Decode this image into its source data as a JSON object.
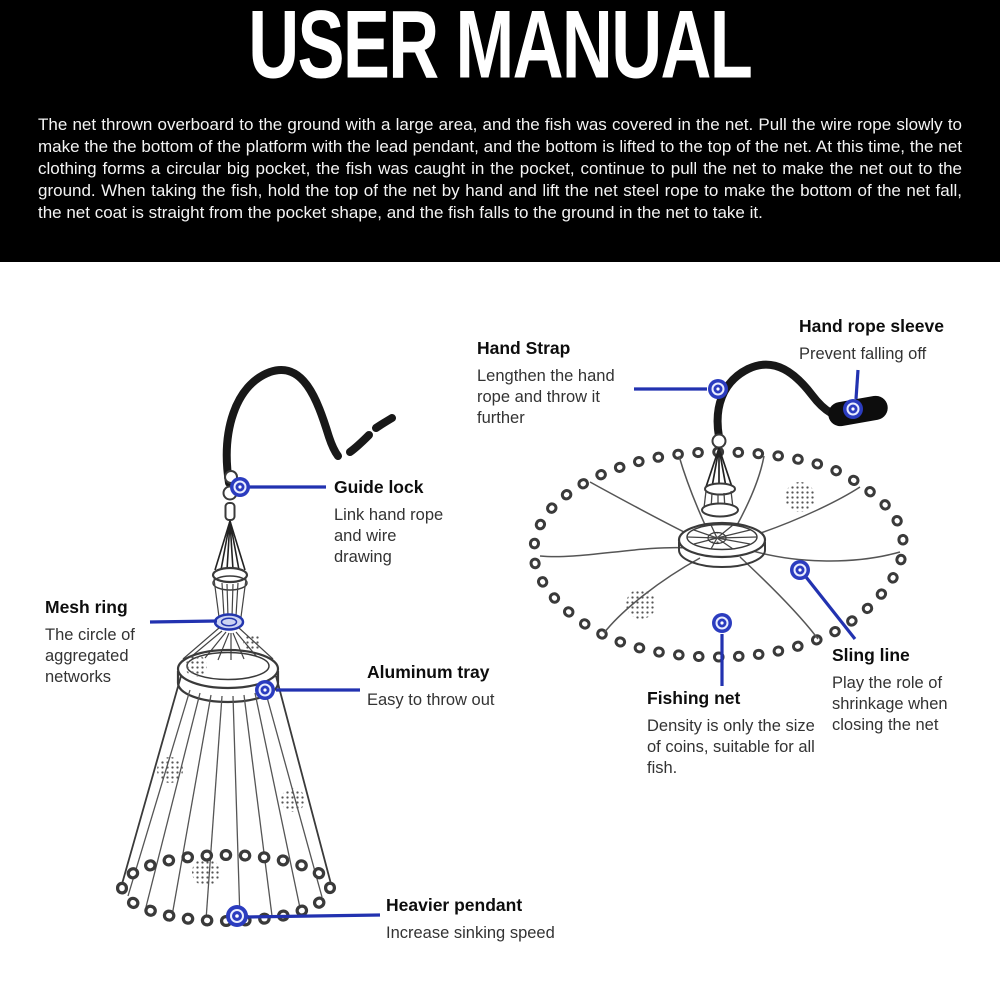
{
  "header": {
    "title": "USER MANUAL",
    "paragraph": "The net thrown overboard to the ground with a large area, and the fish was covered in the net. Pull the wire rope slowly to make the the bottom of the platform with the lead pendant, and the bottom is lifted to the top of the net. At this time, the net clothing forms a circular big pocket, the fish was caught in the pocket, continue to pull the net to make the net out to the ground. When taking the fish, hold the top of the net by hand and lift the net steel rope to make the bottom of the net fall, the net coat is straight from the pocket shape, and the fish falls to the ground in the net to take it."
  },
  "colors": {
    "header_bg": "#000000",
    "header_text": "#ffffff",
    "accent_blue": "#2232b0",
    "marker_blue": "#2b3cbf",
    "line_gray": "#3a3a3a"
  },
  "icons": {
    "marker": "target-marker-icon",
    "dots": "net-mesh-texture"
  },
  "callouts": {
    "guide_lock": {
      "title": "Guide lock",
      "desc": "Link hand rope and wire drawing"
    },
    "mesh_ring": {
      "title": "Mesh ring",
      "desc": "The circle of aggregated networks"
    },
    "aluminum_tray": {
      "title": "Aluminum tray",
      "desc": "Easy to throw out"
    },
    "heavier_pendant": {
      "title": "Heavier pendant",
      "desc": "Increase sinking speed"
    },
    "hand_strap": {
      "title": "Hand Strap",
      "desc": "Lengthen the hand rope and throw it further"
    },
    "hand_rope_sleeve": {
      "title": "Hand rope sleeve",
      "desc": "Prevent falling off"
    },
    "fishing_net": {
      "title": "Fishing net",
      "desc": "Density is only the size of coins, suitable for all fish."
    },
    "sling_line": {
      "title": "Sling line",
      "desc": "Play the role of shrinkage when closing the net"
    }
  }
}
